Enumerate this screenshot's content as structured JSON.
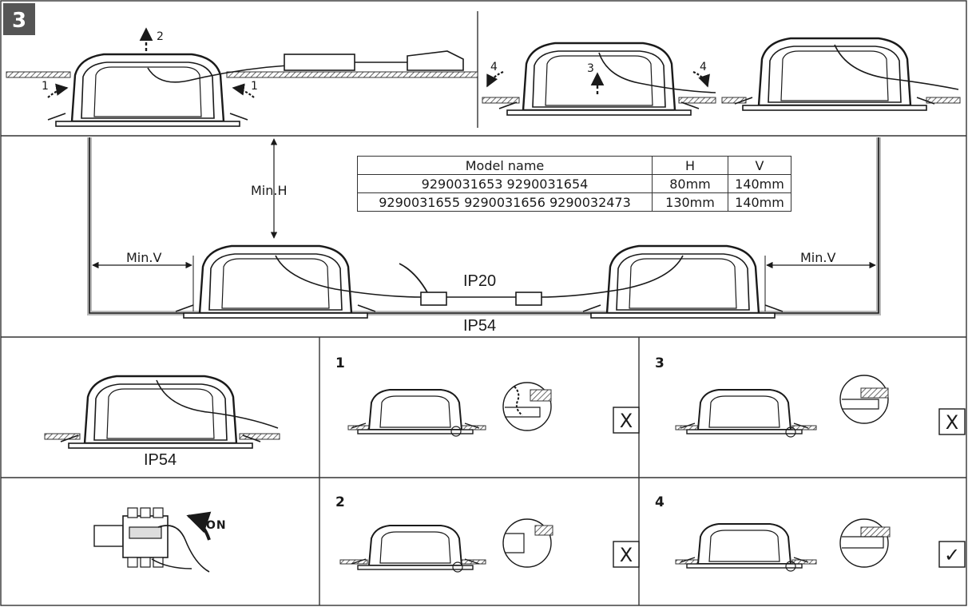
{
  "figure_number": "3",
  "step1_arrows": {
    "clip_left": "1",
    "clip_right": "1",
    "lift": "2"
  },
  "step2_arrows": {
    "lift": "3",
    "spring_left": "4",
    "spring_right": "4"
  },
  "clearance": {
    "min_h": "Min.H",
    "min_v_left": "Min.V",
    "min_v_right": "Min.V"
  },
  "ratings": {
    "inside": "IP20",
    "below": "IP54",
    "installed": "IP54"
  },
  "model_table": {
    "headers": [
      "Model name",
      "H",
      "V"
    ],
    "rows": [
      [
        "9290031653 9290031654",
        "80mm",
        "140mm"
      ],
      [
        "9290031655 9290031656 9290032473",
        "130mm",
        "140mm"
      ]
    ]
  },
  "power_switch": {
    "label": "ON"
  },
  "fit_checks": [
    {
      "number": "1",
      "result": "incorrect",
      "mark": "X"
    },
    {
      "number": "2",
      "result": "incorrect",
      "mark": "X"
    },
    {
      "number": "3",
      "result": "incorrect",
      "mark": "X"
    },
    {
      "number": "4",
      "result": "correct",
      "mark": "✓"
    }
  ]
}
